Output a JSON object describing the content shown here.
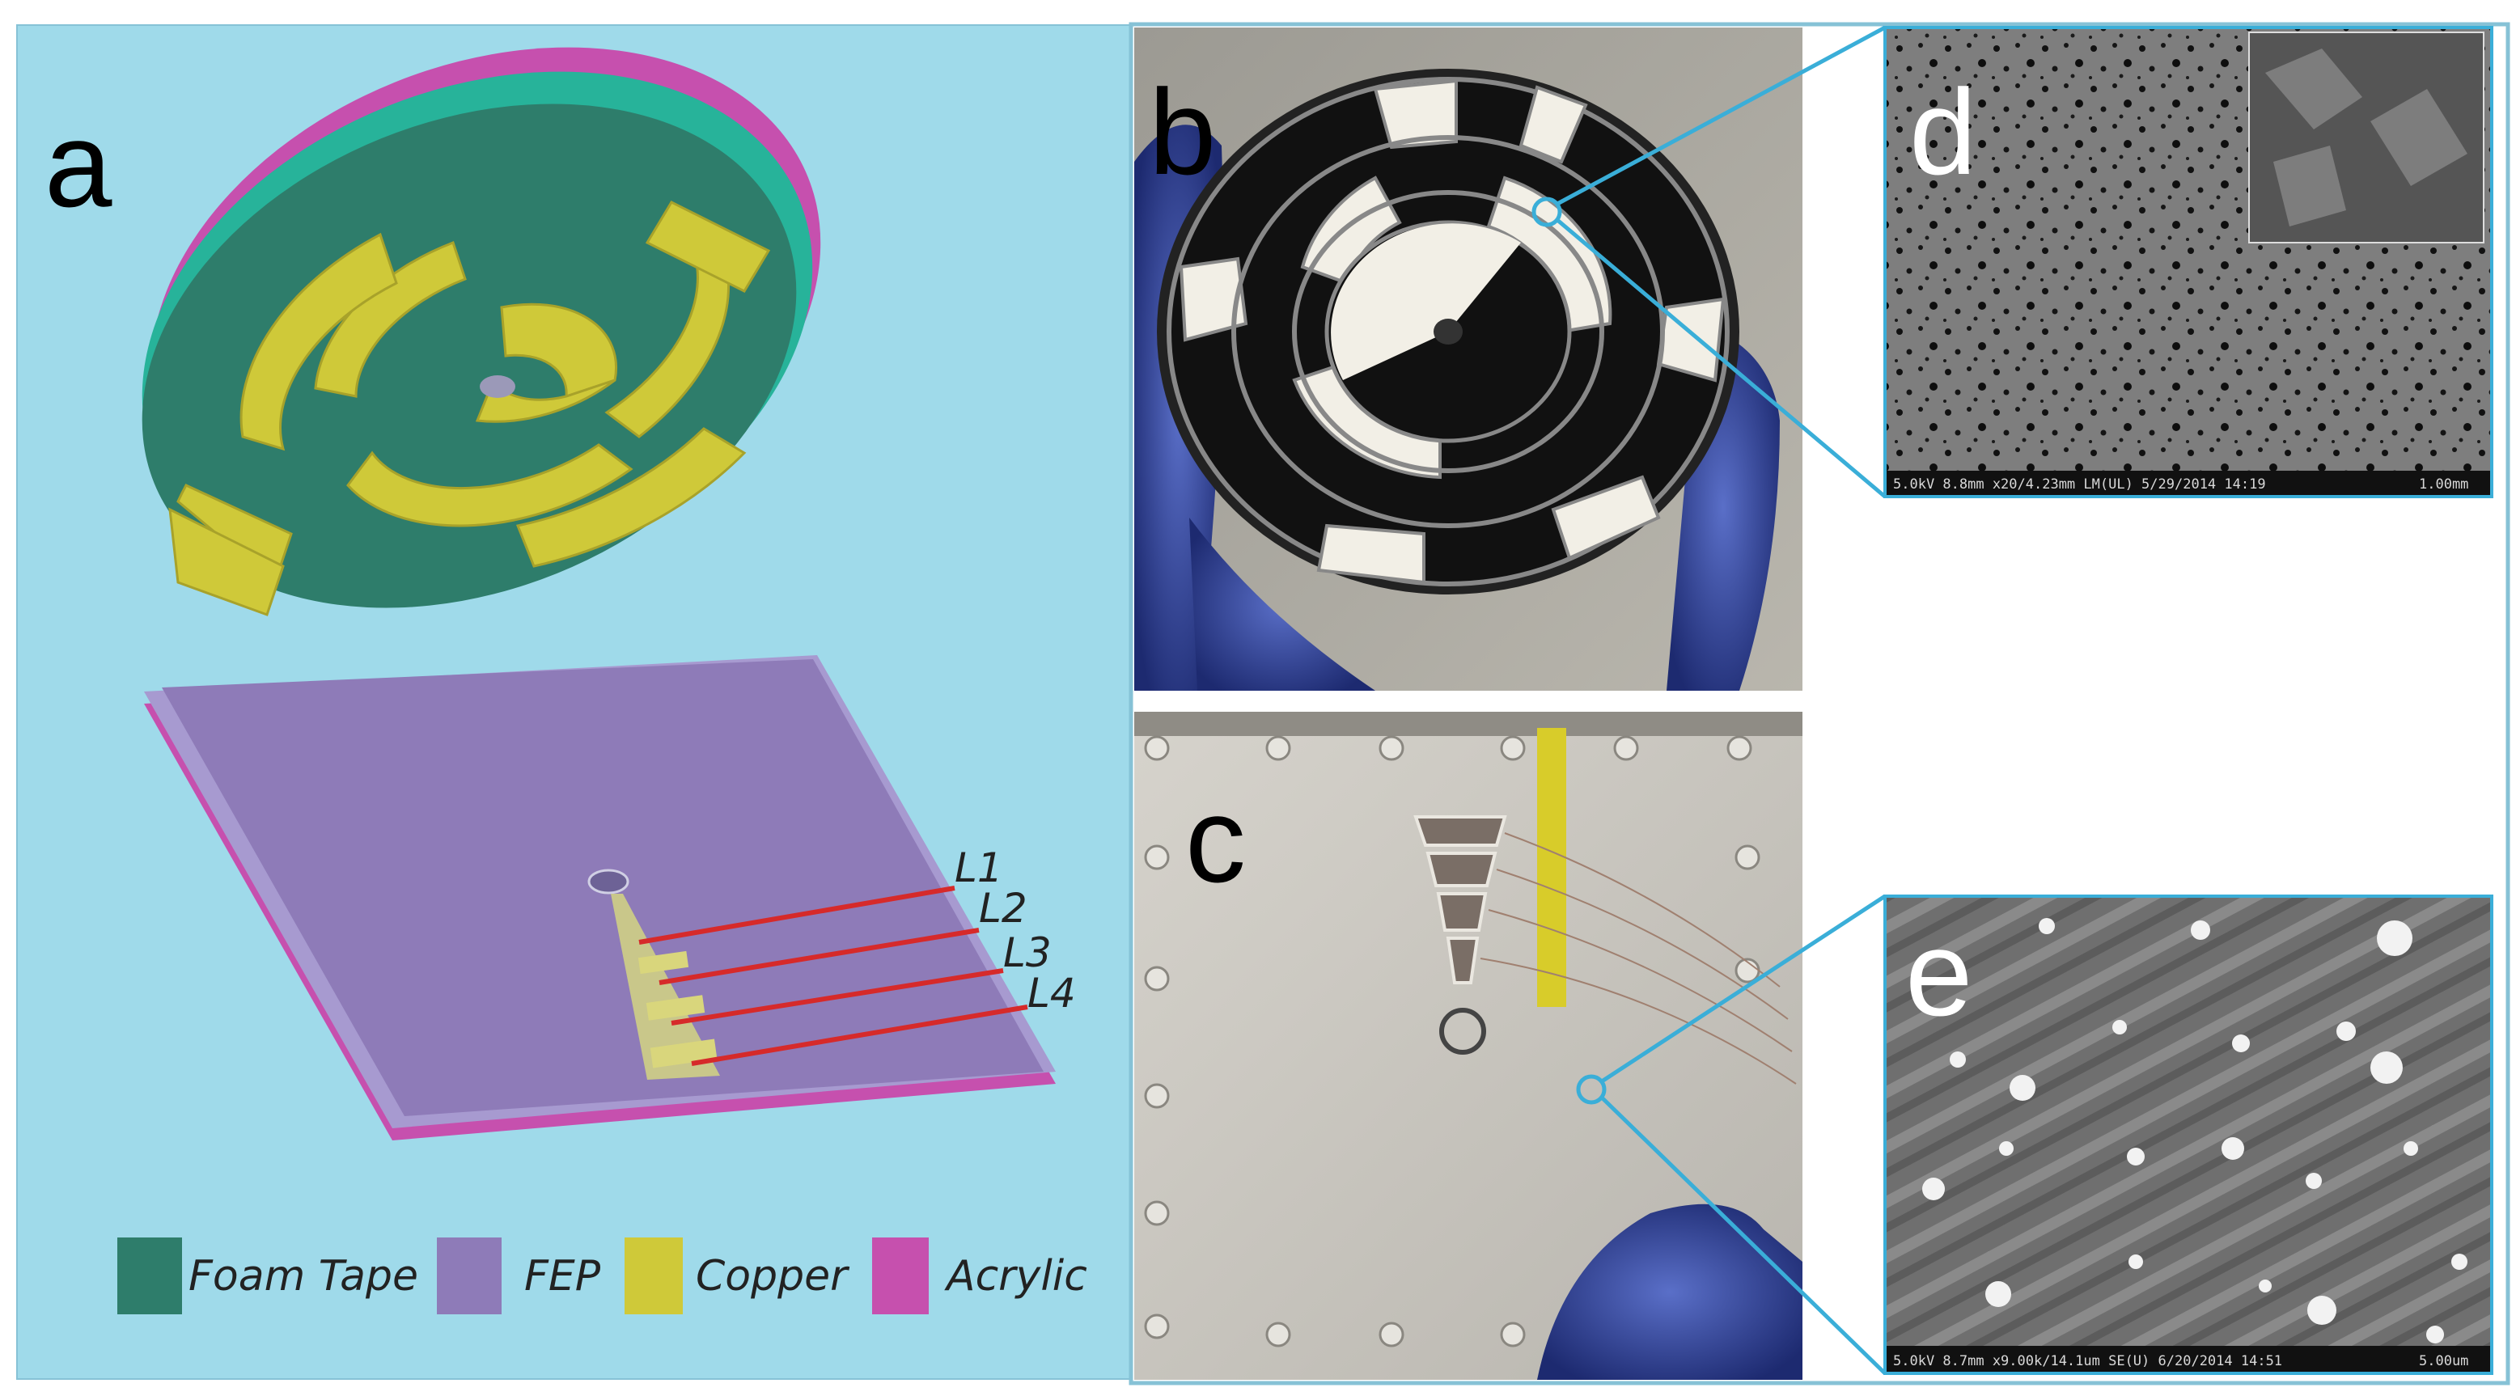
{
  "panels": {
    "a": "a",
    "b": "b",
    "c": "c",
    "d": "d",
    "e": "e"
  },
  "layer_labels": [
    "L1",
    "L2",
    "L3",
    "L4"
  ],
  "legend": [
    {
      "label": "Foam Tape",
      "color": "#2e7d6b"
    },
    {
      "label": "FEP",
      "color": "#8e7bb8"
    },
    {
      "label": "Copper",
      "color": "#cfc939"
    },
    {
      "label": "Acrylic",
      "color": "#c650ae"
    }
  ],
  "sem_d": {
    "info": "5.0kV 8.8mm x20/4.23mm LM(UL) 5/29/2014 14:19",
    "scale": "1.00mm"
  },
  "sem_e": {
    "info": "5.0kV 8.7mm x9.00k/14.1um SE(U) 6/20/2014 14:51",
    "scale": "5.00um"
  },
  "colors": {
    "panel_a_background": "#9fdaea",
    "callout_line": "#3aaed8",
    "red_lead": "#d62a2a"
  }
}
